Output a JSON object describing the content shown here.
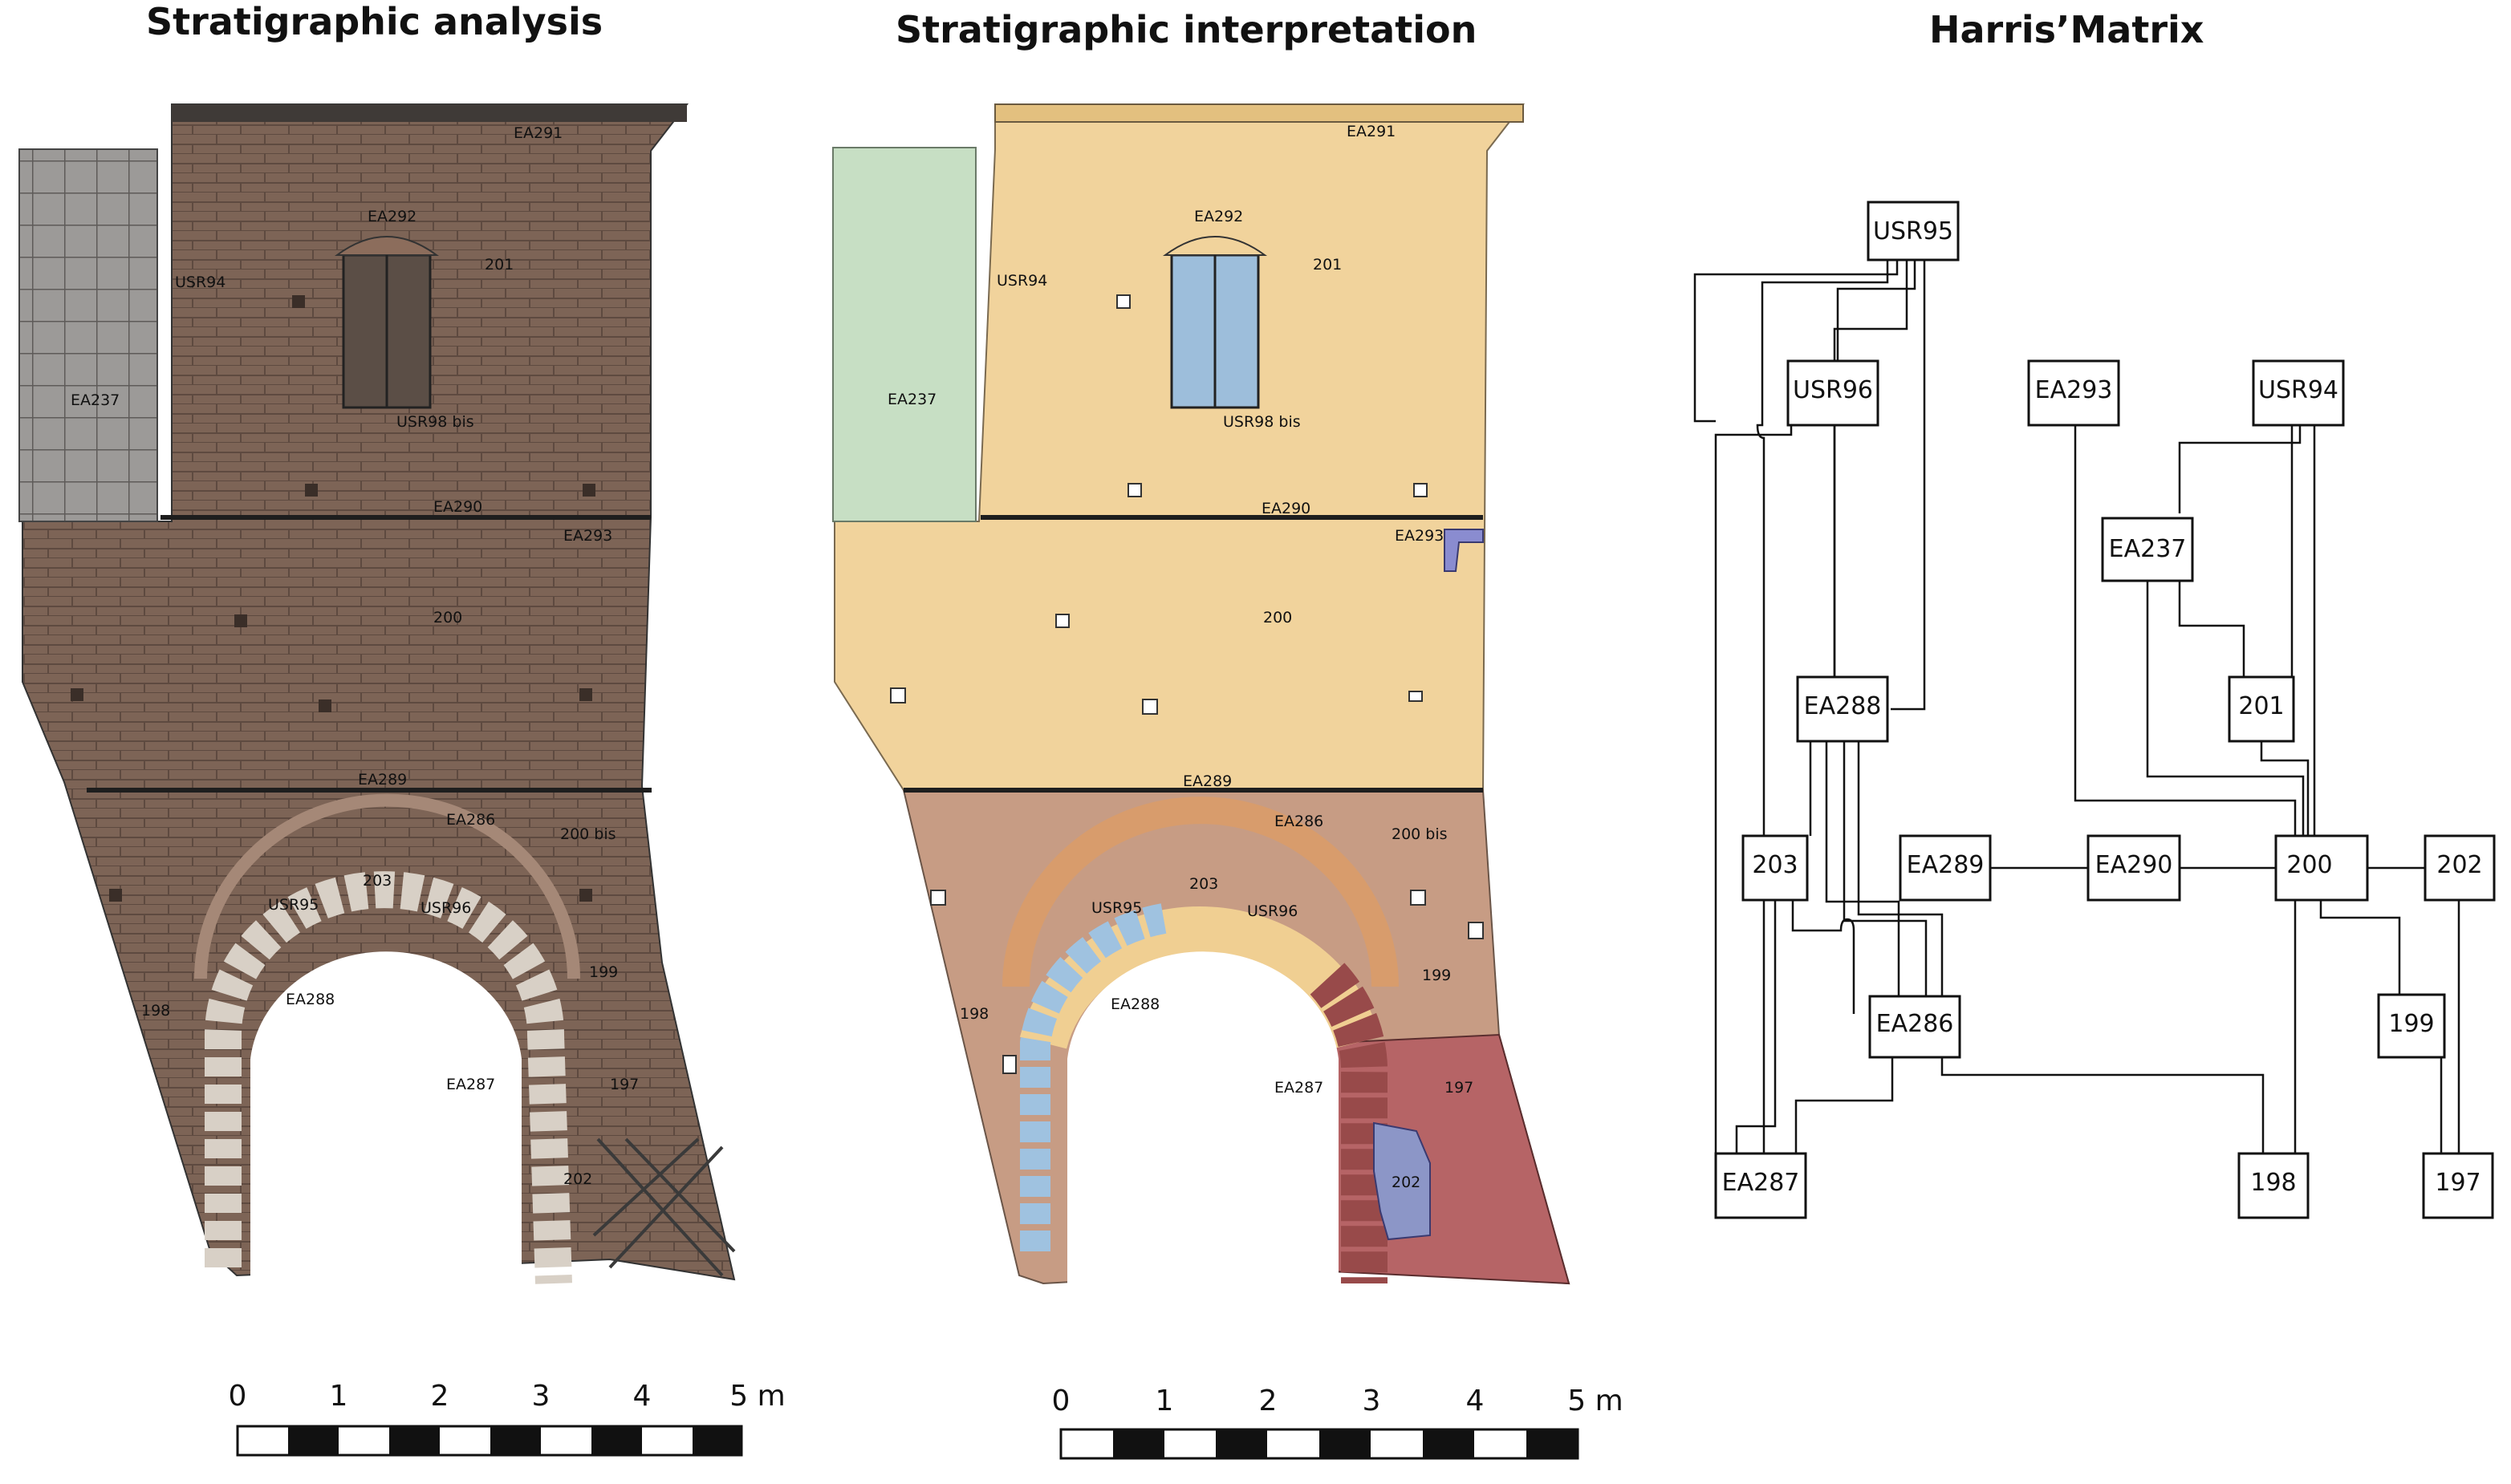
{
  "titles": {
    "analysis": "Stratigraphic analysis",
    "interpretation": "Stratigraphic interpretation",
    "matrix": "Harris’Matrix"
  },
  "unit_labels": {
    "ea291": "EA291",
    "ea292": "EA292",
    "u201": "201",
    "usr94": "USR94",
    "ea237": "EA237",
    "usr98bis": "USR98 bis",
    "ea290": "EA290",
    "ea293": "EA293",
    "u200": "200",
    "ea289": "EA289",
    "ea286": "EA286",
    "u200bis": "200 bis",
    "u203": "203",
    "usr95": "USR95",
    "usr96": "USR96",
    "u199": "199",
    "u198": "198",
    "ea288": "EA288",
    "ea287": "EA287",
    "u197": "197",
    "u202": "202"
  },
  "matrix_nodes": {
    "usr95": "USR95",
    "usr96": "USR96",
    "ea293": "EA293",
    "usr94": "USR94",
    "ea237": "EA237",
    "ea288": "EA288",
    "u201": "201",
    "u203": "203",
    "ea289": "EA289",
    "ea290": "EA290",
    "u200": "200",
    "u202": "202",
    "ea286": "EA286",
    "u199": "199",
    "ea287": "EA287",
    "u198": "198",
    "u197": "197"
  },
  "scale_bar": {
    "ticks": [
      "0",
      "1",
      "2",
      "3",
      "4",
      "5 m"
    ]
  },
  "colors": {
    "masonry": "#7d6456",
    "masonry_dark": "#5e4a40",
    "window_wood": "#5b4e46",
    "gray_window": "#9c9a98",
    "u201_200": "#f1d39c",
    "green_ea237": "#c7dfc4",
    "blue_window": "#9dbedb",
    "lower_brick": "#c79c84",
    "arch_outer": "#d89c6c",
    "arch_inner": "#f0cf92",
    "blue_voussoir": "#9fc2e0",
    "red_197": "#b66466",
    "red_dark_ea287": "#984a4a",
    "purple_202": "#8c96c7",
    "purple_ea293": "#8a8cd0"
  }
}
